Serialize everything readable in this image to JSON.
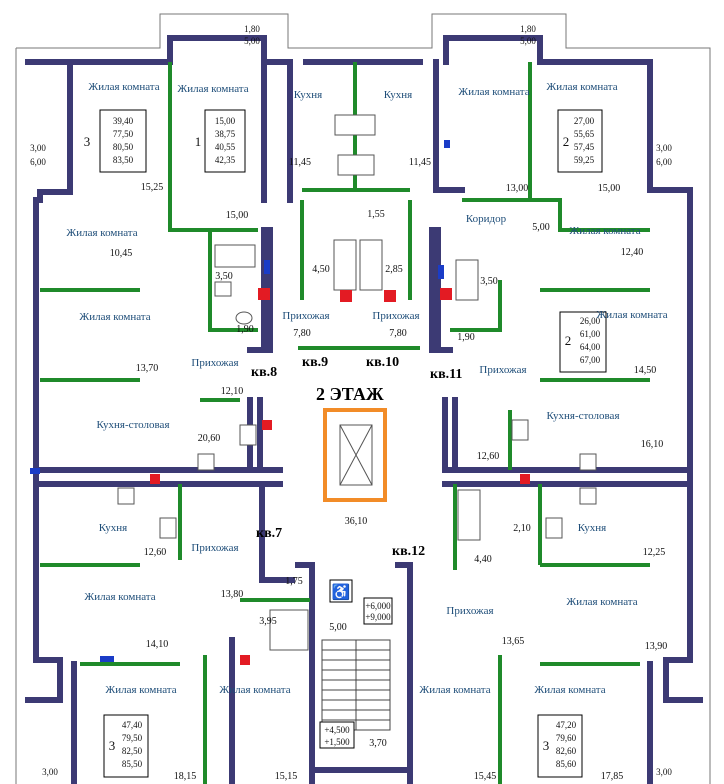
{
  "floor_label": "2 ЭТАЖ",
  "apartments": {
    "a7": "кв.7",
    "a8": "кв.8",
    "a9": "кв.9",
    "a10": "кв.10",
    "a11": "кв.11",
    "a12": "кв.12"
  },
  "rooms": {
    "living": "Жилая комната",
    "kitchen": "Кухня",
    "hall": "Прихожая",
    "kitchen_dining": "Кухня-столовая",
    "corridor": "Коридор"
  },
  "balconies": {
    "top_left": [
      "1,80",
      "5,00"
    ],
    "top_right": [
      "1,80",
      "5,00"
    ],
    "left_mid": [
      "3,00",
      "6,00"
    ],
    "right_mid": [
      "3,00",
      "6,00"
    ],
    "left_bottom": [
      "3,00"
    ],
    "right_bottom": [
      "3,00"
    ]
  },
  "area_tables": {
    "t1": {
      "rooms": "3",
      "values": [
        "39,40",
        "77,50",
        "80,50",
        "83,50"
      ]
    },
    "t2": {
      "rooms": "1",
      "values": [
        "15,00",
        "38,75",
        "40,55",
        "42,35"
      ]
    },
    "t3": {
      "rooms": "2",
      "values": [
        "27,00",
        "55,65",
        "57,45",
        "59,25"
      ]
    },
    "t4": {
      "rooms": "2",
      "values": [
        "26,00",
        "61,00",
        "64,00",
        "67,00"
      ]
    },
    "t5": {
      "rooms": "3",
      "values": [
        "47,40",
        "79,50",
        "82,50",
        "85,50"
      ]
    },
    "t6": {
      "rooms": "3",
      "values": [
        "47,20",
        "79,60",
        "82,60",
        "85,60"
      ]
    }
  },
  "areas": {
    "r1": "15,25",
    "r2": "11,45",
    "r3": "11,45",
    "r4": "13,00",
    "r5": "15,00",
    "r6": "15,00",
    "r7": "1,55",
    "r8": "10,45",
    "r9": "3,50",
    "r10": "4,50",
    "r11": "2,85",
    "r12": "3,50",
    "r13": "5,00",
    "r14": "12,40",
    "r15": "1,90",
    "r16": "7,80",
    "r17": "7,80",
    "r18": "1,90",
    "r19": "13,70",
    "r20": "14,50",
    "r21": "12,10",
    "r22": "20,60",
    "r23": "12,60",
    "r24": "16,10",
    "r25": "36,10",
    "r26": "2,10",
    "r27": "12,60",
    "r28": "12,25",
    "r29": "4,40",
    "r30": "13,80",
    "r31": "1,75",
    "r32": "3,95",
    "r33": "14,10",
    "r34": "5,00",
    "r35": "13,65",
    "r36": "13,90",
    "r37": "3,70",
    "r38": "18,15",
    "r39": "15,15",
    "r40": "15,45",
    "r41": "17,85"
  },
  "levels": {
    "upper": [
      "+6,000",
      "+9,000"
    ],
    "lower": [
      "+4,500",
      "+1,500"
    ]
  },
  "colors": {
    "wall": "#3c3a74",
    "partition": "#1f8a2a",
    "pipe": "#e31b23",
    "elevator": "#f28c28",
    "label": "#1f4e79"
  }
}
